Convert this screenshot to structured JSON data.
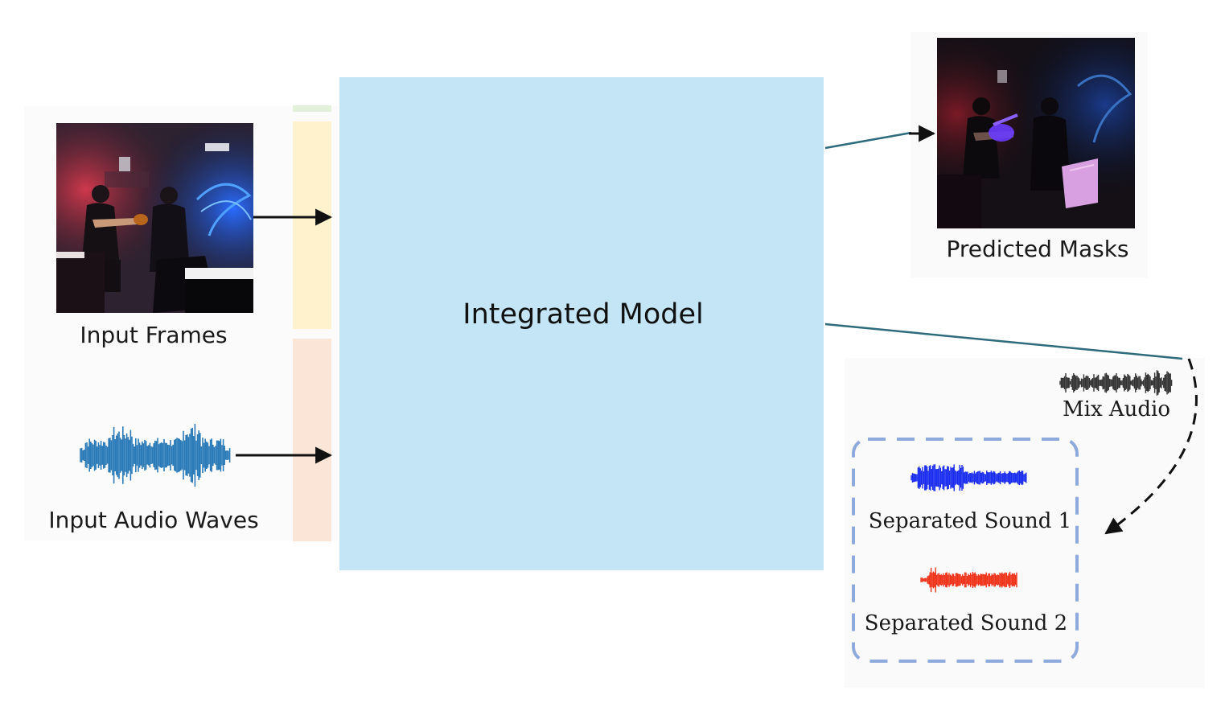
{
  "diagram": {
    "center_block": {
      "label": "Integrated Model"
    },
    "inputs": [
      {
        "id": "frames",
        "label": "Input Frames"
      },
      {
        "id": "audio",
        "label": "Input Audio Waves"
      }
    ],
    "outputs": {
      "masks": {
        "label": "Predicted Masks"
      },
      "audio": {
        "mix_label": "Mix Audio",
        "separated": [
          {
            "label": "Separated Sound 1",
            "color": "#1a2cf0"
          },
          {
            "label": "Separated Sound 2",
            "color": "#f03218"
          }
        ]
      }
    },
    "colors": {
      "model_fill": "#c3e5f5",
      "input_wave": "#2b7bb9",
      "mix_wave": "#333333",
      "connector": "#2e6b7d",
      "dashed_box": "#8ea9db",
      "strip_green": "#e2efda",
      "strip_yellow": "#fff2cc",
      "strip_orange": "#fbe5d6"
    }
  }
}
